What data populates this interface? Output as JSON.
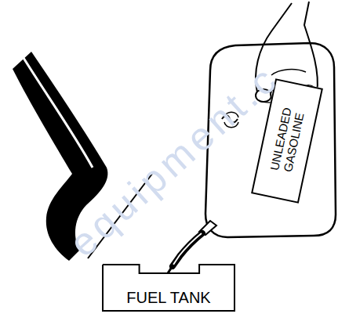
{
  "diagram": {
    "nodes": [
      {
        "text": [
          "UNLEADED GASOLINE"
        ]
      },
      {
        "text": [
          "FUEL TANK"
        ]
      }
    ],
    "labels": [
      "equipment.c"
    ]
  }
}
